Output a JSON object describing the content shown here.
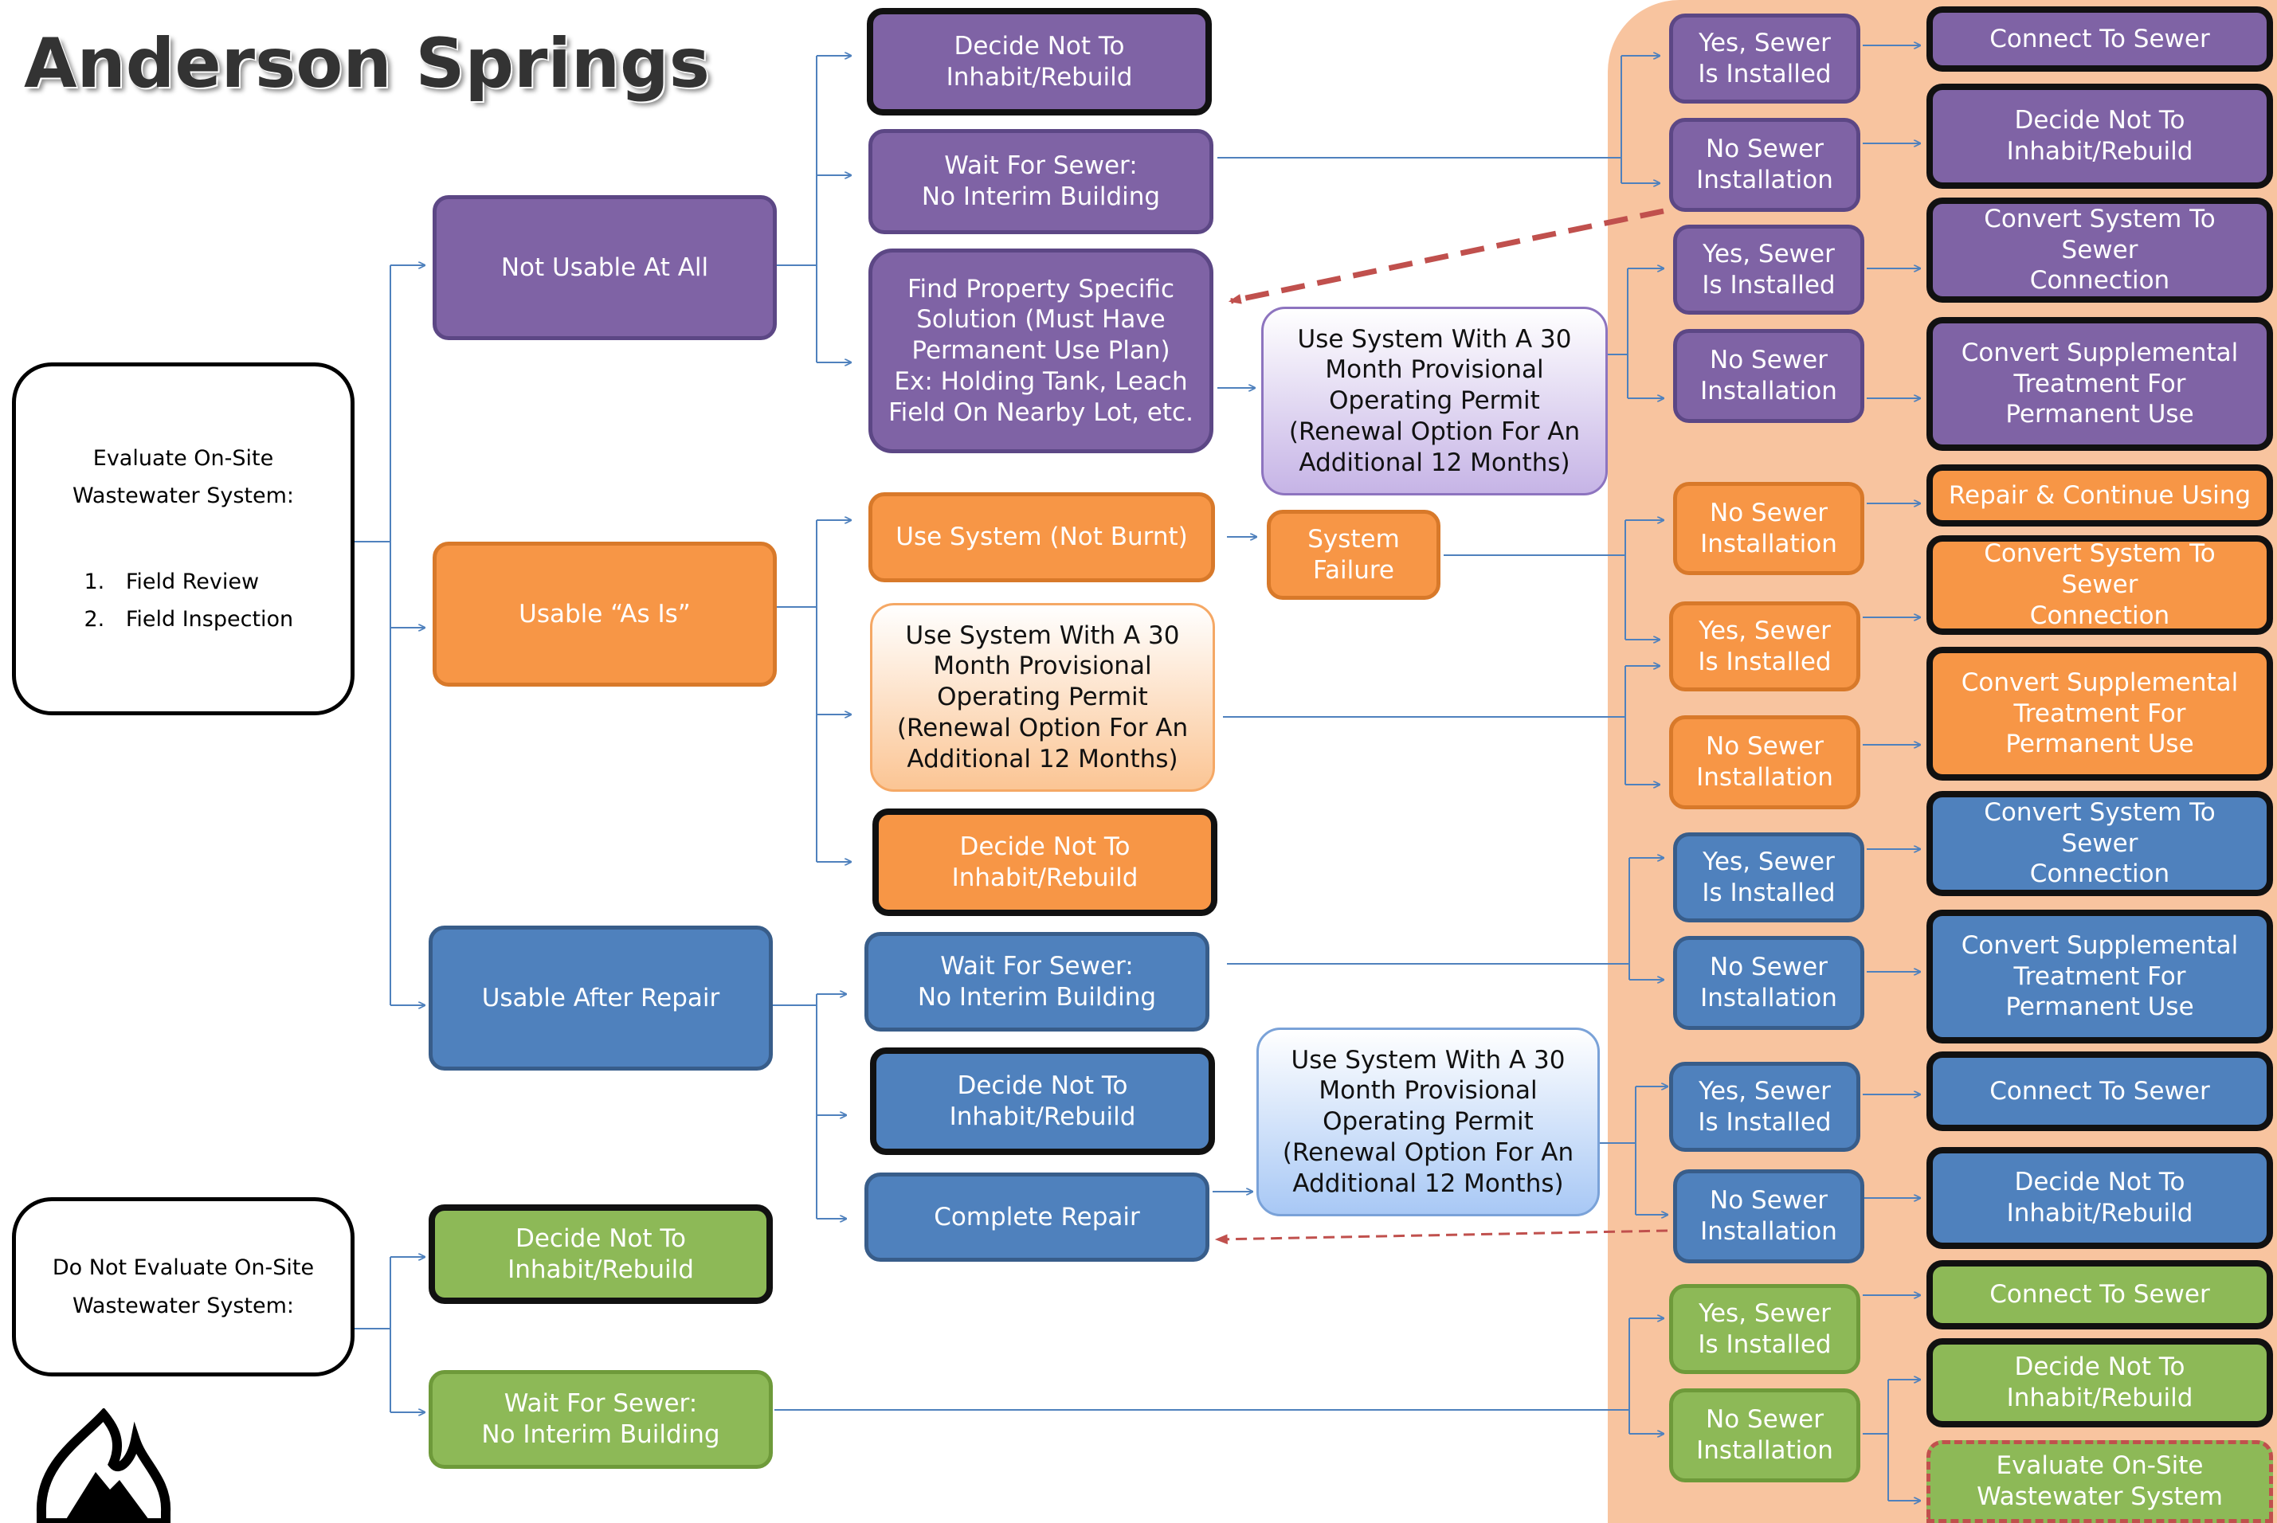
{
  "title": "Anderson Springs",
  "start_nodes": {
    "evaluate": {
      "line1": "Evaluate On-Site",
      "line2": "Wastewater System:",
      "steps": [
        "Field Review",
        "Field Inspection"
      ]
    },
    "do_not_evaluate": {
      "line1": "Do Not Evaluate On-Site",
      "line2": "Wastewater System:"
    }
  },
  "categories": {
    "not_usable": "Not Usable At All",
    "usable_as_is": "Usable “As Is”",
    "usable_after_repair": "Usable After Repair"
  },
  "options": {
    "p_decide": [
      "Decide Not To",
      "Inhabit/Rebuild"
    ],
    "p_wait": [
      "Wait For Sewer:",
      "No Interim Building"
    ],
    "p_find": [
      "Find Property Specific",
      "Solution (Must Have",
      "Permanent Use Plan)",
      "Ex: Holding Tank, Leach",
      "Field On Nearby Lot, etc."
    ],
    "p_permit": [
      "Use System With A 30",
      "Month Provisional",
      "Operating Permit",
      "(Renewal Option For An",
      "Additional 12 Months)"
    ],
    "o_use": [
      "Use System (Not Burnt)"
    ],
    "o_failure": [
      "System",
      "Failure"
    ],
    "o_permit": [
      "Use System With A 30",
      "Month Provisional",
      "Operating Permit",
      "(Renewal Option For An",
      "Additional 12 Months)"
    ],
    "o_decide": [
      "Decide Not To",
      "Inhabit/Rebuild"
    ],
    "b_wait": [
      "Wait For Sewer:",
      "No Interim Building"
    ],
    "b_decide": [
      "Decide Not To",
      "Inhabit/Rebuild"
    ],
    "b_repair": [
      "Complete Repair"
    ],
    "b_permit": [
      "Use System With A 30",
      "Month Provisional",
      "Operating Permit",
      "(Renewal Option For An",
      "Additional 12 Months)"
    ],
    "g_decide": [
      "Decide Not To",
      "Inhabit/Rebuild"
    ],
    "g_wait": [
      "Wait For Sewer:",
      "No Interim Building"
    ]
  },
  "sewer_status": {
    "p_yes1": [
      "Yes, Sewer",
      "Is Installed"
    ],
    "p_no1": [
      "No Sewer",
      "Installation"
    ],
    "p_yes2": [
      "Yes, Sewer",
      "Is Installed"
    ],
    "p_no2": [
      "No Sewer",
      "Installation"
    ],
    "o_no1": [
      "No Sewer",
      "Installation"
    ],
    "o_yes": [
      "Yes, Sewer",
      "Is Installed"
    ],
    "o_no2": [
      "No Sewer",
      "Installation"
    ],
    "b_yes1": [
      "Yes, Sewer",
      "Is Installed"
    ],
    "b_no1": [
      "No Sewer",
      "Installation"
    ],
    "b_yes2": [
      "Yes, Sewer",
      "Is Installed"
    ],
    "b_no2": [
      "No Sewer",
      "Installation"
    ],
    "g_yes": [
      "Yes, Sewer",
      "Is Installed"
    ],
    "g_no": [
      "No Sewer",
      "Installation"
    ]
  },
  "outcomes": {
    "p1": [
      "Connect To Sewer"
    ],
    "p2": [
      "Decide Not To",
      "Inhabit/Rebuild"
    ],
    "p3": [
      "Convert System To Sewer",
      "Connection"
    ],
    "p4": [
      "Convert Supplemental",
      "Treatment For",
      "Permanent Use"
    ],
    "o1": [
      "Repair & Continue Using"
    ],
    "o2": [
      "Convert System To Sewer",
      "Connection"
    ],
    "o3": [
      "Convert Supplemental",
      "Treatment For",
      "Permanent Use"
    ],
    "b1": [
      "Convert System To Sewer",
      "Connection"
    ],
    "b2": [
      "Convert Supplemental",
      "Treatment For",
      "Permanent Use"
    ],
    "b3": [
      "Connect To Sewer"
    ],
    "b4": [
      "Decide Not To",
      "Inhabit/Rebuild"
    ],
    "g1": [
      "Connect To Sewer"
    ],
    "g2": [
      "Decide Not To",
      "Inhabit/Rebuild"
    ],
    "g3": [
      "Evaluate On-Site",
      "Wastewater System"
    ]
  },
  "colors": {
    "purple": "#7f63a5",
    "orange": "#f79646",
    "blue": "#4f81bd",
    "green": "#8db957",
    "connector": "#4f81bd",
    "loop_arrow": "#c0504d",
    "sewer_band": "#f8c49f"
  },
  "icons": {
    "fire": "fire-icon"
  }
}
